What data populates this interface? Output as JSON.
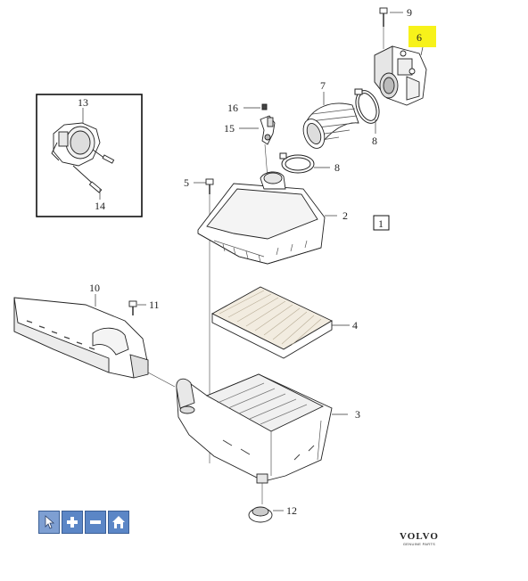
{
  "callouts": {
    "c1": "1",
    "c2": "2",
    "c3": "3",
    "c4": "4",
    "c5": "5",
    "c6": "6",
    "c7": "7",
    "c8a": "8",
    "c8b": "8",
    "c9": "9",
    "c10": "10",
    "c11": "11",
    "c12": "12",
    "c13": "13",
    "c14": "14",
    "c15": "15",
    "c16": "16"
  },
  "highlight_color": "#f7f21a",
  "toolbar": {
    "buttons": [
      {
        "name": "select-pointer-button",
        "icon": "cursor-icon"
      },
      {
        "name": "zoom-in-button",
        "icon": "plus-icon"
      },
      {
        "name": "zoom-out-button",
        "icon": "minus-icon"
      },
      {
        "name": "home-button",
        "icon": "home-icon"
      }
    ]
  },
  "brand": {
    "name": "VOLVO",
    "subtitle": "GENUINE PARTS"
  }
}
